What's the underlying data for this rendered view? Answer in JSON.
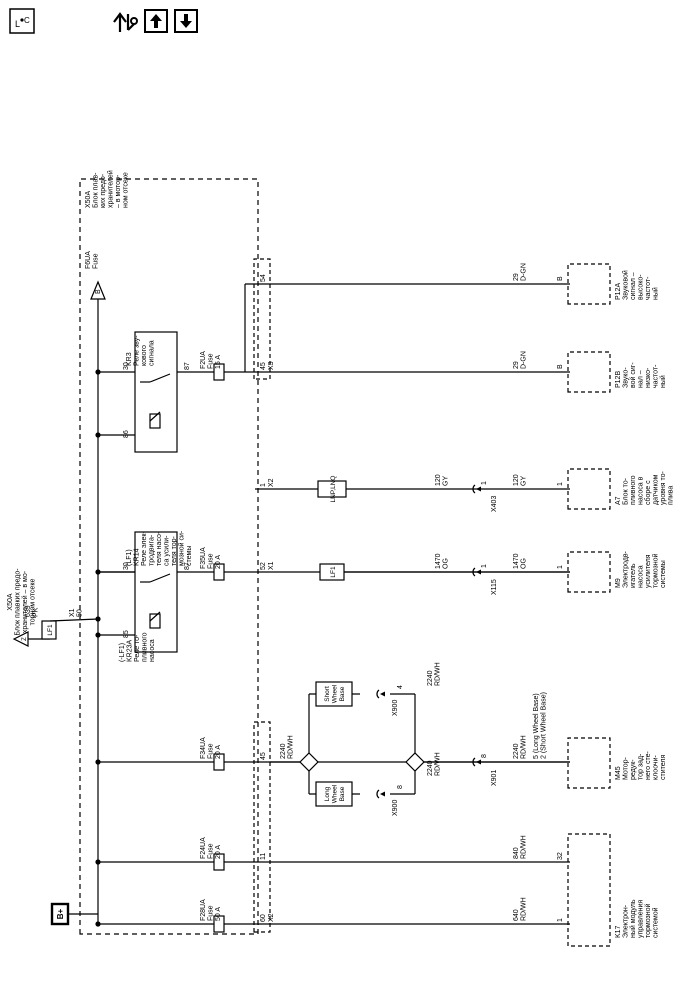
{
  "toolbar": {
    "icons": [
      "location-icon",
      "legend-icon",
      "arrow-up-icon",
      "arrow-down-icon"
    ]
  },
  "source": {
    "b_plus": "B+",
    "x50a_block": [
      "X50A",
      "Блок плав-",
      "ких предо-",
      "хранителей",
      "– в мотор-",
      "ном отсеке"
    ],
    "f6ua": [
      "F6UA",
      "Fuse"
    ],
    "f6ua_pin": "B",
    "x50a_left": [
      "X50A",
      "Блок плавких предо-",
      "хранителей – в мо-",
      "торном отсеке"
    ],
    "x50a_left_pin": "Z",
    "wire_639": [
      "639",
      "PK"
    ],
    "lf1_tag": "LF1",
    "x1_pin50": [
      "X1",
      "50"
    ]
  },
  "fuses": [
    {
      "id": "f28ua",
      "lines": [
        "F28UA",
        "Fuse",
        "50 A"
      ],
      "conn": "X2",
      "pin": "60"
    },
    {
      "id": "f24ua",
      "lines": [
        "F24UA",
        "Fuse",
        "20 A"
      ],
      "pin": "11"
    },
    {
      "id": "f34ua",
      "lines": [
        "F34UA",
        "Fuse",
        "20 A"
      ],
      "pin": "45"
    },
    {
      "id": "f35ua",
      "lines": [
        "F35UA",
        "Fuse",
        "20 A"
      ],
      "conn": "X1",
      "pin": "52"
    },
    {
      "id": "f2ua",
      "lines": [
        "F2UA",
        "Fuse",
        "15 A"
      ],
      "conn": "X3",
      "pin": "45"
    }
  ],
  "relays": {
    "kr14": {
      "label": [
        "(LF1)",
        "KR14",
        "Реле элек-",
        "тродвига-",
        "теля насо-",
        "са усили-",
        "теля тор-",
        "мозной си-",
        "стемы"
      ],
      "alt": [
        "(-LF1)",
        "KR23A",
        "Реле то-",
        "пливного",
        "насоса"
      ],
      "pins": {
        "p30": "30",
        "p85": "85",
        "p87": "87"
      }
    },
    "kr3": {
      "label": [
        "KR3",
        "Реле зву-",
        "кового",
        "сигнала"
      ],
      "pins": {
        "p30": "30",
        "p86": "86",
        "p87": "87"
      }
    },
    "x3_top_pin": "54",
    "x2_pin1": "1",
    "x2_label": "X2"
  },
  "wires": {
    "w640": [
      "640",
      "RD/WH"
    ],
    "w840": [
      "840",
      "RD/WH"
    ],
    "w2240_a": [
      "2240",
      "RD/WH"
    ],
    "w2240_b": [
      "2240",
      "RD/WH"
    ],
    "w2240_c": [
      "2240",
      "RD/WH"
    ],
    "w1470_a": [
      "1470",
      "OG"
    ],
    "w1470_b": [
      "1470",
      "OG"
    ],
    "w120_a": [
      "120",
      "GY"
    ],
    "w120_b": [
      "120",
      "GY"
    ],
    "w29_a": [
      "29",
      "D-GN"
    ],
    "w29_b": [
      "29",
      "D-GN"
    ]
  },
  "options": {
    "short_wheel_base": [
      "Short",
      "Wheel",
      "Base"
    ],
    "long_wheel_base": [
      "Long",
      "Wheel",
      "Base"
    ],
    "lnp_lnq": "LNP,LNQ",
    "lf1_option": "LF1"
  },
  "connectors": {
    "x900_a": "X900",
    "x900_a_pin": "4",
    "x900_b": "X900",
    "x900_b_pin": "8",
    "x901": "X901",
    "x901_pin": "8",
    "x115": "X115",
    "x115_pin": "1",
    "x403": "X403",
    "x403_pin": "1"
  },
  "loads": [
    {
      "id": "k17",
      "pins": [
        "1",
        "32"
      ],
      "label": [
        "K17",
        "Электрон-",
        "ный модуль",
        "управления",
        "тормозной",
        "системой"
      ]
    },
    {
      "id": "m45",
      "pins": [
        "5 (Long Wheel Base)",
        "2 (Short Wheel Base)"
      ],
      "label": [
        "M45",
        "Мотор-",
        "редук-",
        "тор зад-",
        "него сте-",
        "клоочи-",
        "стителя"
      ]
    },
    {
      "id": "m9",
      "pins": [
        "1"
      ],
      "label": [
        "M9",
        "Электродв-",
        "игатель",
        "насоса",
        "усилителя",
        "тормозной",
        "системы"
      ]
    },
    {
      "id": "a7",
      "pins": [
        "1"
      ],
      "label": [
        "A7",
        "Блок то-",
        "пливного",
        "насоса в",
        "сборе с",
        "датчиком",
        "уровня то-",
        "плива"
      ]
    },
    {
      "id": "p12b",
      "pins": [
        "B"
      ],
      "label": [
        "P12B",
        "Звуко-",
        "вой сиг-",
        "нал –",
        "низко-",
        "частот-",
        "ный"
      ]
    },
    {
      "id": "p12a",
      "pins": [
        "B"
      ],
      "label": [
        "P12A",
        "Звуковой",
        "сигнал –",
        "высоко-",
        "частот-",
        "ный"
      ]
    }
  ]
}
